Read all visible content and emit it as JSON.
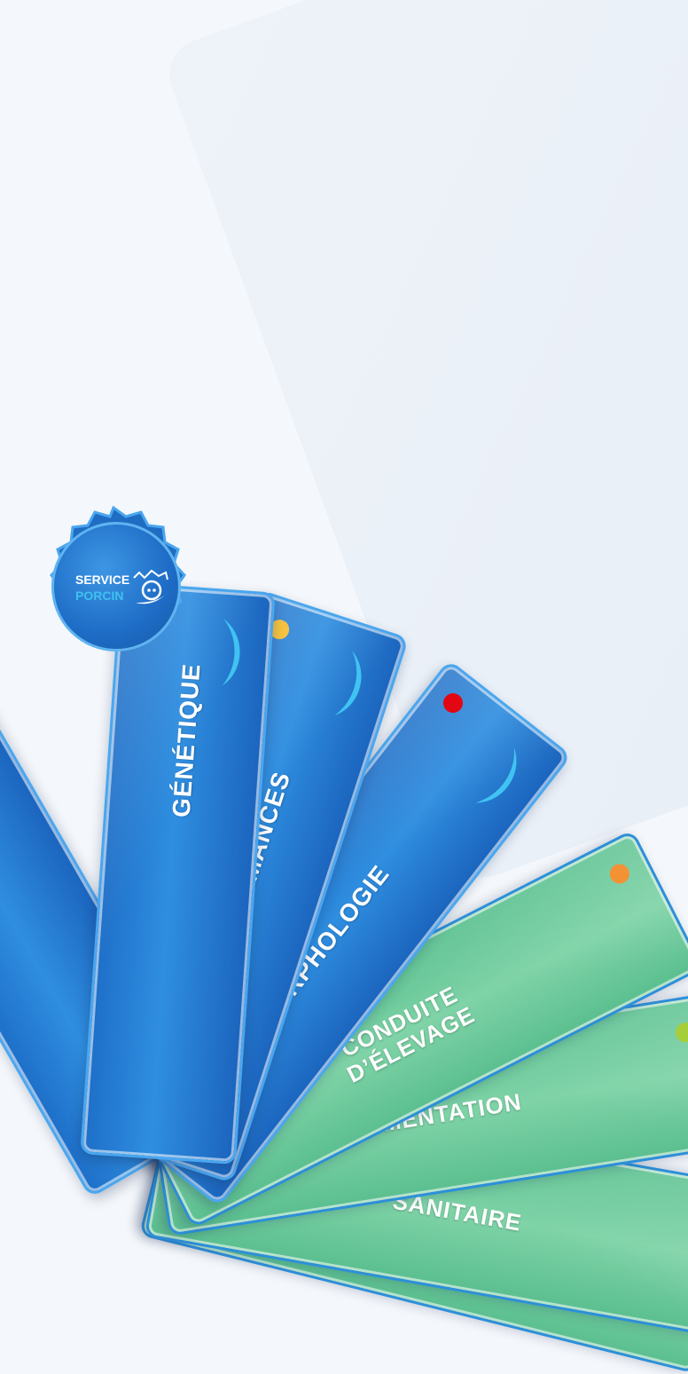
{
  "cards": [
    {
      "label": "SANITAIRE",
      "dot_color": "#e879b5",
      "theme": "green"
    },
    {
      "label": "ALIMENTATION",
      "dot_color": "#a6cd3a",
      "theme": "green"
    },
    {
      "label_line1": "CONDUITE",
      "label_line2": "D’ÉLEVAGE",
      "dot_color": "#f39234",
      "theme": "green"
    },
    {
      "label": "MORPHOLOGIE",
      "dot_color": "#e30613",
      "theme": "blue"
    },
    {
      "label": "PERFORMANCES",
      "dot_color": "#f6c341",
      "theme": "blue"
    },
    {
      "label": "GÉNÉTIQUE",
      "dot_color": "#3fc1f0",
      "theme": "blue"
    }
  ],
  "seal": {
    "line1": "SERVICE",
    "line2": "PORCIN",
    "icon": "pig-icon"
  },
  "colors": {
    "blue": "#1e6fc8",
    "green": "#6cc99a",
    "accent": "#3fc1f0"
  }
}
